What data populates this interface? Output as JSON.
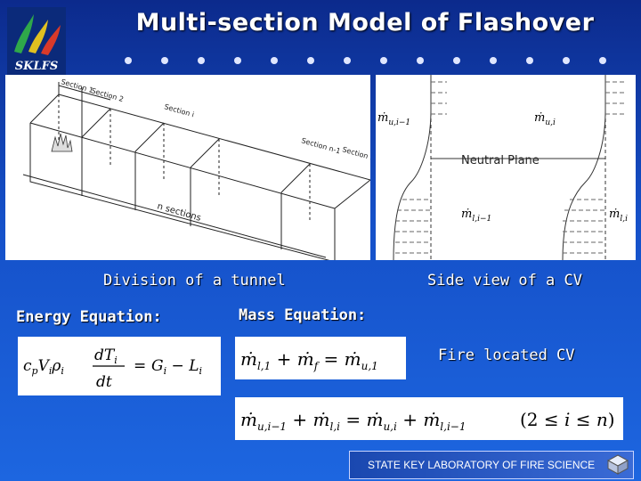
{
  "slide": {
    "title": "Multi-section Model of Flashover",
    "logo_text": "SKLFS",
    "footer": "STATE KEY LABORATORY OF FIRE SCIENCE"
  },
  "tunnel_figure": {
    "caption": "Division of a tunnel",
    "labels": {
      "section1": "Section 1",
      "section2": "Section 2",
      "sectioni": "Section i",
      "sectionn1": "Section n-1",
      "sectionn": "Section n",
      "nsections": "n sections"
    }
  },
  "cv_figure": {
    "caption": "Side view of a CV",
    "neutral_plane": "Neutral Plane"
  },
  "energy": {
    "label": "Energy Equation:"
  },
  "mass": {
    "label": "Mass Equation:",
    "fire_label": "Fire located CV"
  }
}
